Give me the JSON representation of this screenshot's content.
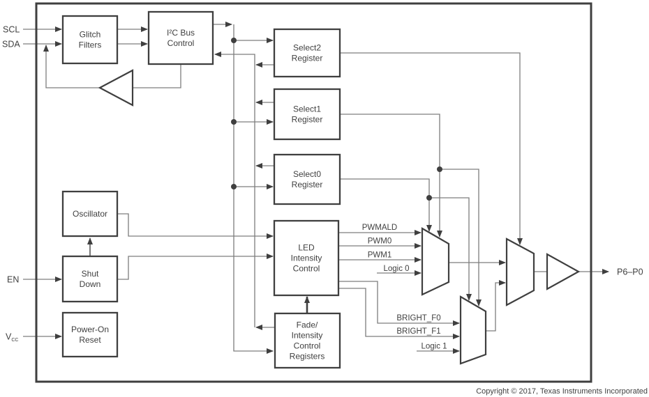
{
  "diagram_type": "functional-block-diagram",
  "pins": {
    "scl": "SCL",
    "sda": "SDA",
    "en": "EN",
    "vcc_base": "V",
    "vcc_sub": "CC",
    "out": "P6–P0"
  },
  "blocks": {
    "glitch": [
      "Glitch",
      "Filters"
    ],
    "i2c": [
      "I²C Bus",
      "Control"
    ],
    "select2": [
      "Select2",
      "Register"
    ],
    "select1": [
      "Select1",
      "Register"
    ],
    "select0": [
      "Select0",
      "Register"
    ],
    "led": [
      "LED",
      "Intensity",
      "Control"
    ],
    "fade": [
      "Fade/",
      "Intensity",
      "Control",
      "Registers"
    ],
    "oscillator": [
      "Oscillator"
    ],
    "shutdown": [
      "Shut",
      "Down"
    ],
    "por": [
      "Power-On",
      "Reset"
    ]
  },
  "signals": {
    "pwmald": "PWMALD",
    "pwm0": "PWM0",
    "pwm1": "PWM1",
    "logic0": "Logic 0",
    "bright_f0": "BRIGHT_F0",
    "bright_f1": "BRIGHT_F1",
    "logic1": "Logic 1"
  },
  "copyright": "Copyright © 2017, Texas Instruments Incorporated",
  "colors": {
    "wire": "#7d7d7d",
    "ink": "#3f3f3f",
    "background": "#ffffff"
  }
}
